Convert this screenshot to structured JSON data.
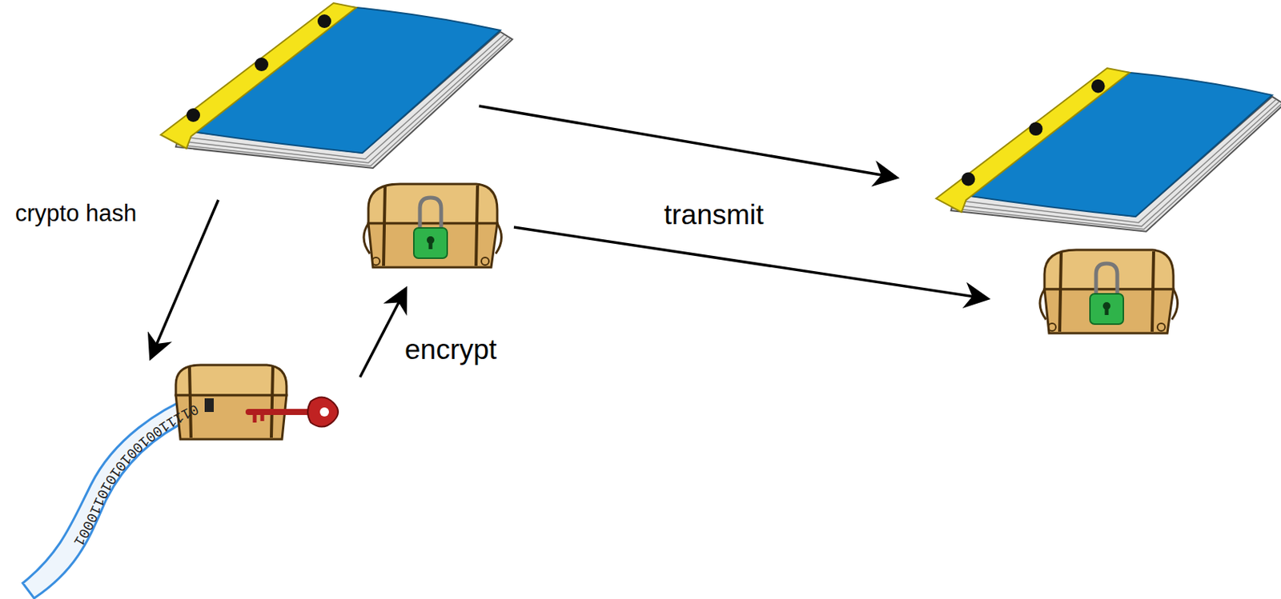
{
  "diagram": {
    "labels": [
      "crypto hash",
      "transmit",
      "encrypt",
      "0111100100101010110001"
    ]
  }
}
